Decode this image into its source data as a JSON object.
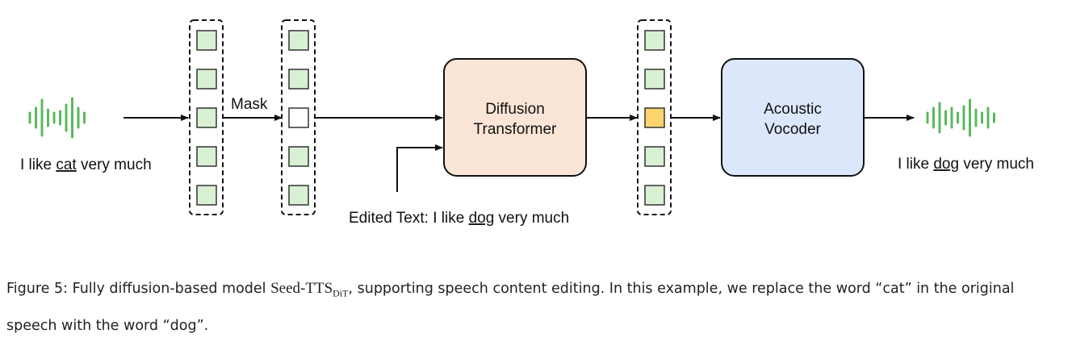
{
  "input_text": {
    "before": "I like ",
    "keyword": "cat",
    "after": " very much"
  },
  "output_text": {
    "before": "I like ",
    "keyword": "dog",
    "after": " very much"
  },
  "mask_label": "Mask",
  "dit_block": {
    "line1": "Diffusion",
    "line2": "Transformer"
  },
  "vocoder_block": {
    "line1": "Acoustic",
    "line2": "Vocoder"
  },
  "edited_text": {
    "before": "Edited Text: I like ",
    "keyword": "dog",
    "after": " very much"
  },
  "colors": {
    "token": "#d9f0d3",
    "masked_token": "#ffffff",
    "predicted_token": "#fbd46d",
    "dit_fill": "#fae5d6",
    "vocoder_fill": "#dde7fb",
    "waveform": "#5cb85c"
  },
  "caption": {
    "prefix": "Figure 5: Fully diffusion-based model ",
    "model": "Seed-TTS",
    "model_sub": "DiT",
    "suffix": ", supporting speech content editing. In this example, we replace the word “cat” in the original speech with the word “dog”."
  }
}
